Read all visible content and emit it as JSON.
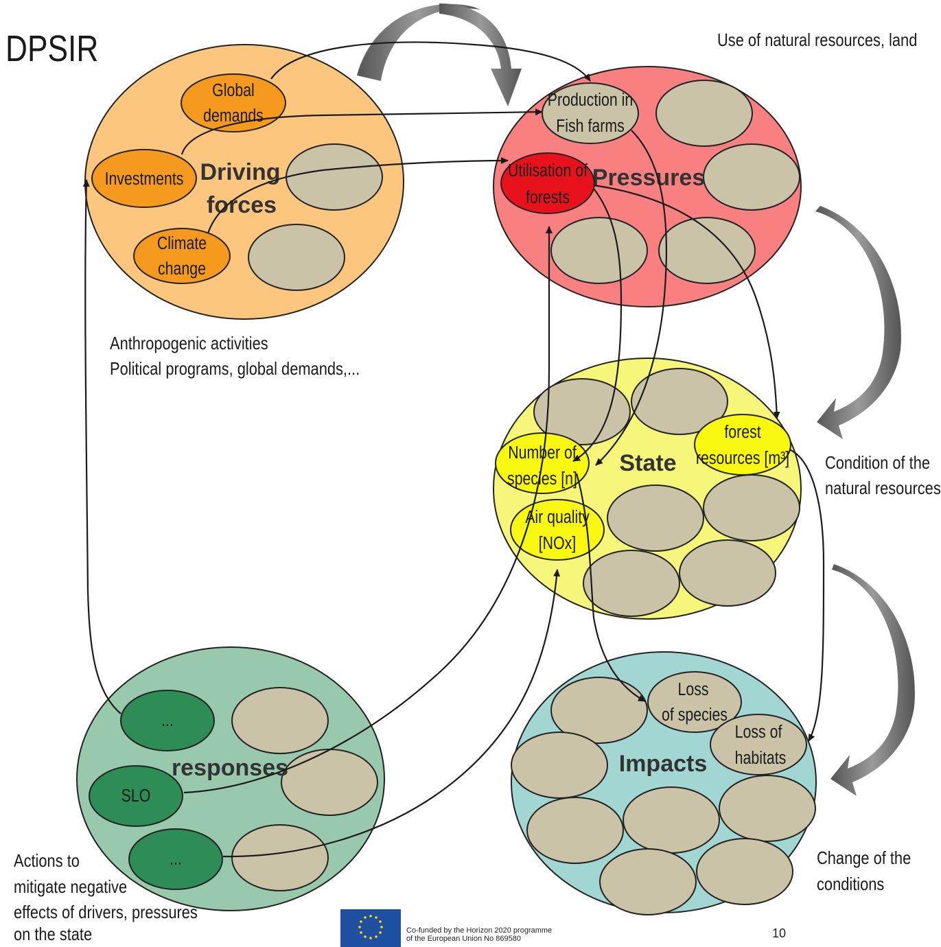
{
  "title": "DPSIR",
  "notes": {
    "pressures": "Use of natural resources, land",
    "driving_1": "Anthropogenic activities",
    "driving_2": "Political programs, global demands,...",
    "state_1": "Condition of the",
    "state_2": "natural resources",
    "impacts_1": "Change of the",
    "impacts_2": "conditions",
    "responses_1": "Actions to",
    "responses_2": "mitigate negative",
    "responses_3": "effects of drivers, pressures",
    "responses_4": "on the state"
  },
  "circles": {
    "driving": {
      "label_1": "Driving",
      "label_2": "forces",
      "color": "#fdc67e"
    },
    "pressures": {
      "label": "Pressures",
      "color": "#f98080"
    },
    "state": {
      "label": "State",
      "color": "#f6f67a"
    },
    "impacts": {
      "label": "Impacts",
      "color": "#a2d6d2"
    },
    "responses": {
      "label": "responses",
      "color": "#99c9ac"
    }
  },
  "nodes": {
    "global_demands": {
      "line_1": "Global",
      "line_2": "demands"
    },
    "investments": {
      "line_1": "Investments"
    },
    "climate_change": {
      "line_1": "Climate",
      "line_2": "change"
    },
    "production_fish": {
      "line_1": "Production in",
      "line_2": "Fish farms"
    },
    "utilisation_forests": {
      "line_1": "Utilisation of",
      "line_2": "forests"
    },
    "number_species": {
      "line_1": "Number of",
      "line_2": "species [n]"
    },
    "air_quality": {
      "line_1": "Air quality",
      "line_2": "[NOx]"
    },
    "forest_resources": {
      "line_1": "forest",
      "line_2": "resources [m³]"
    },
    "loss_species": {
      "line_1": "Loss",
      "line_2": "of species"
    },
    "loss_habitats": {
      "line_1": "Loss of",
      "line_2": "habitats"
    },
    "resp_top": {
      "line_1": "..."
    },
    "resp_slo": {
      "line_1": "SLO"
    },
    "resp_bottom": {
      "line_1": "..."
    }
  },
  "colors": {
    "placeholder": "#cbc3a8",
    "driving_node": "#f59a1e",
    "pressure_node": "#e8121c",
    "state_node": "#f8f810",
    "response_node": "#2e8c57",
    "flow_arrow": "#777777"
  },
  "footer": {
    "line_1": "Co-funded by the Horizon 2020 programme",
    "line_2": "of the European Union  No 869580",
    "page_number": "10"
  }
}
